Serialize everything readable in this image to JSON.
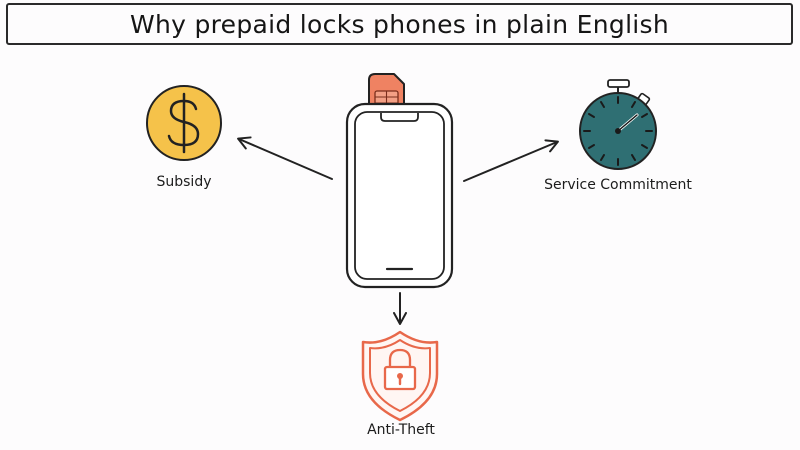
{
  "title": "Why prepaid locks phones in plain English",
  "nodes": {
    "center": {
      "icon": "smartphone-with-sim-icon"
    },
    "subsidy": {
      "label": "Subsidy",
      "icon": "dollar-coin-icon"
    },
    "service_commitment": {
      "label": "Service Commitment",
      "icon": "stopwatch-icon"
    },
    "anti_theft": {
      "label": "Anti-Theft",
      "icon": "shield-lock-icon"
    }
  },
  "colors": {
    "coin": "#f5c24a",
    "stopwatch": "#2f6f73",
    "shield": "#e8684a",
    "sim": "#ef8262",
    "stroke": "#222222"
  }
}
